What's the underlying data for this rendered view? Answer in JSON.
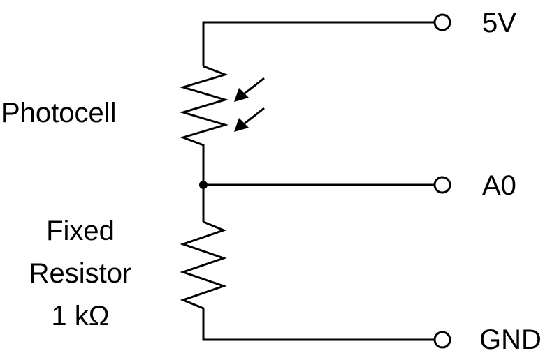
{
  "diagram": {
    "components": {
      "photocell": {
        "label": "Photocell"
      },
      "fixed_resistor": {
        "label_lines": [
          "Fixed",
          "Resistor",
          "1 kΩ"
        ]
      }
    },
    "terminals": {
      "vcc": {
        "label": "5V"
      },
      "analog": {
        "label": "A0"
      },
      "ground": {
        "label": "GND"
      }
    },
    "colors": {
      "stroke": "#000000",
      "background": "#ffffff"
    }
  }
}
